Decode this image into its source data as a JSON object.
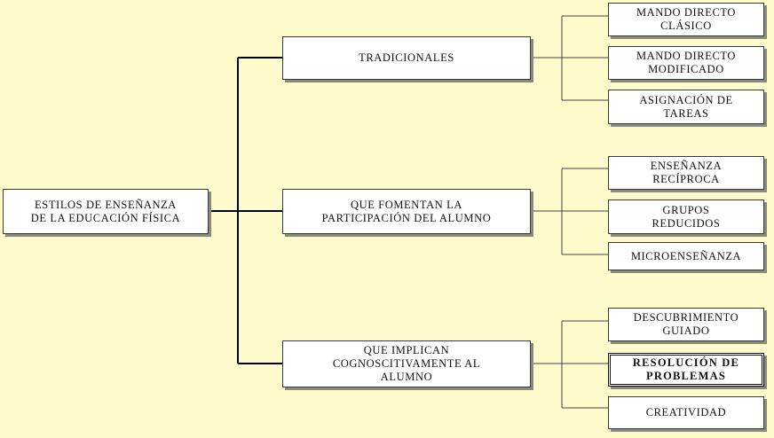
{
  "root": {
    "label": "ESTILOS DE ENSEÑANZA\nDE  LA EDUCACIÓN FÍSICA"
  },
  "categories": [
    {
      "label": "TRADICIONALES",
      "children": [
        {
          "label": "MANDO DIRECTO\nCLÁSICO"
        },
        {
          "label": "MANDO DIRECTO\nMODIFICADO"
        },
        {
          "label": "ASIGNACIÓN DE\nTAREAS"
        }
      ]
    },
    {
      "label": "QUE FOMENTAN  LA\nPARTICIPACIÓN DEL ALUMNO",
      "children": [
        {
          "label": "ENSEÑANZA\nRECÍPROCA"
        },
        {
          "label": "GRUPOS\nREDUCIDOS"
        },
        {
          "label": "MICROENSEÑANZA"
        }
      ]
    },
    {
      "label": "QUE IMPLICAN\nCOGNOSCITIVAMENTE AL\nALUMNO",
      "children": [
        {
          "label": "DESCUBRIMIENTO\nGUIADO"
        },
        {
          "label": "RESOLUCIÓN DE\nPROBLEMAS",
          "highlighted": true
        },
        {
          "label": "CREATIVIDAD"
        }
      ]
    }
  ]
}
